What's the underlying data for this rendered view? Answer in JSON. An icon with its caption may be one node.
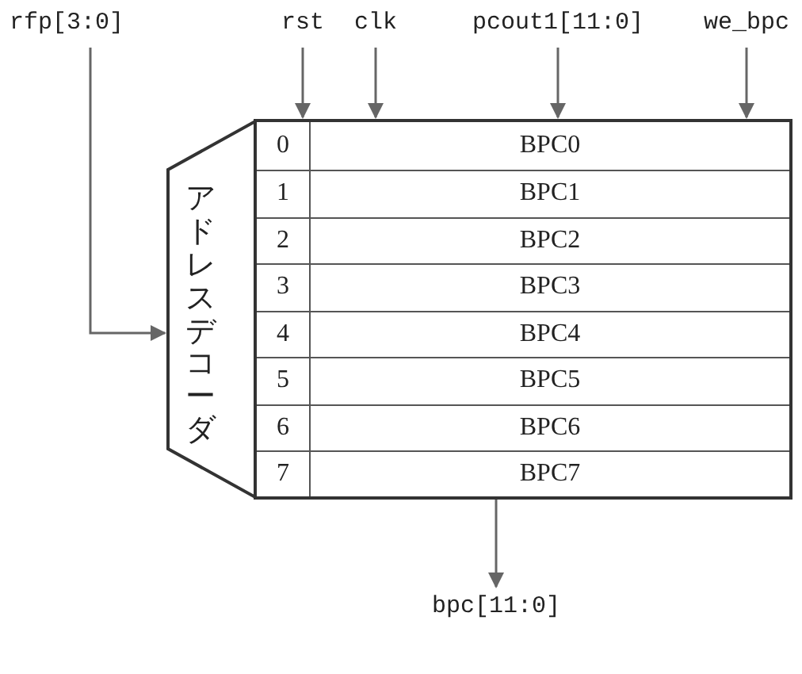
{
  "diagram": {
    "nodes": [
      {
        "text": [
          "rfp[3:0]"
        ]
      },
      {
        "text": [
          "rst"
        ]
      },
      {
        "text": [
          "clk"
        ]
      },
      {
        "text": [
          "pcout1[11:0]"
        ]
      },
      {
        "text": [
          "we_bpc"
        ]
      },
      {
        "text": [
          "アドレスデコーダ"
        ]
      },
      {
        "text": [],
        "shape": "box"
      },
      {
        "text": [
          "0",
          "BPC0"
        ],
        "in": 6
      },
      {
        "text": [
          "1",
          "BPC1"
        ],
        "in": 6
      },
      {
        "text": [
          "2",
          "BPC2"
        ],
        "in": 6
      },
      {
        "text": [
          "3",
          "BPC3"
        ],
        "in": 6
      },
      {
        "text": [
          "4",
          "BPC4"
        ],
        "in": 6
      },
      {
        "text": [
          "5",
          "BPC5"
        ],
        "in": 6
      },
      {
        "text": [
          "6",
          "BPC6"
        ],
        "in": 6
      },
      {
        "text": [
          "7",
          "BPC7"
        ],
        "in": 6
      },
      {
        "text": [
          "bpc[11:0]"
        ]
      }
    ],
    "edges": [
      {
        "from": 0,
        "to": 5,
        "arrow": "to"
      },
      {
        "from": 1,
        "to": 6,
        "arrow": "to"
      },
      {
        "from": 2,
        "to": 6,
        "arrow": "to"
      },
      {
        "from": 3,
        "to": 6,
        "arrow": "to"
      },
      {
        "from": 4,
        "to": 6,
        "arrow": "to"
      },
      {
        "from": 6,
        "to": 15,
        "arrow": "to"
      }
    ]
  }
}
